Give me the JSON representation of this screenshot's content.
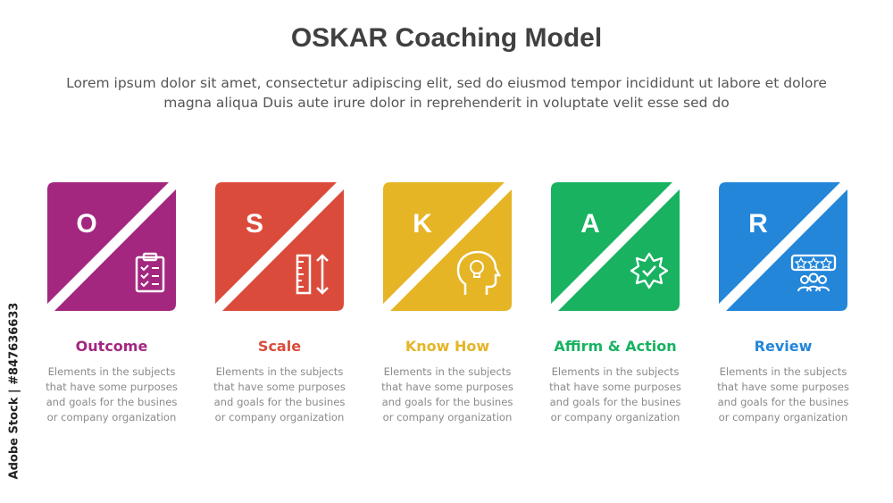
{
  "title": "OSKAR Coaching Model",
  "subtitle": "Lorem ipsum dolor sit amet, consectetur adipiscing elit, sed do eiusmod tempor incididunt ut labore et dolore magna aliqua Duis aute irure dolor in reprehenderit in voluptate velit esse sed do",
  "steps": [
    {
      "letter": "O",
      "label": "Outcome",
      "desc": "Elements in the subjects\nthat have some purposes\nand goals for the busines\nor company organization",
      "color": "#a3277f",
      "icon": "clipboard-checklist-icon"
    },
    {
      "letter": "S",
      "label": "Scale",
      "desc": "Elements in the subjects\nthat have some purposes\nand goals for the busines\nor company organization",
      "color": "#db4b3b",
      "icon": "ruler-scale-icon"
    },
    {
      "letter": "K",
      "label": "Know How",
      "desc": "Elements in the subjects\nthat have some purposes\nand goals for the busines\nor company organization",
      "color": "#e5b526",
      "icon": "head-lightbulb-icon"
    },
    {
      "letter": "A",
      "label": "Affirm & Action",
      "desc": "Elements in the subjects\nthat have some purposes\nand goals for the busines\nor company organization",
      "color": "#18b261",
      "icon": "badge-check-icon"
    },
    {
      "letter": "R",
      "label": "Review",
      "desc": "Elements in the subjects\nthat have some purposes\nand goals for the busines\nor company organization",
      "color": "#2386d9",
      "icon": "rating-review-icon"
    }
  ],
  "watermark": "Adobe Stock | #847636633"
}
